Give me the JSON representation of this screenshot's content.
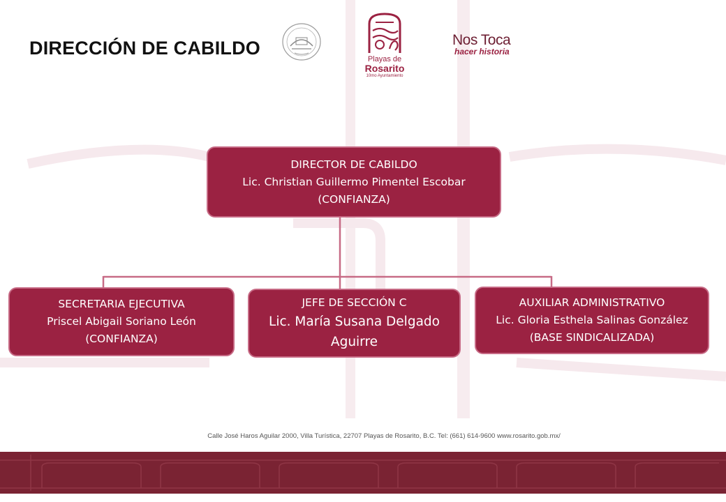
{
  "header": {
    "title": "DIRECCIÓN DE CABILDO",
    "logo": {
      "line1": "Playas de",
      "line2": "Rosarito",
      "line3": "10mo Ayuntamiento"
    },
    "slogan": {
      "top": "Nos Toca",
      "bottom": "hacer historia"
    }
  },
  "org_chart": {
    "director": {
      "role": "DIRECTOR DE CABILDO",
      "name": "Lic. Christian Guillermo Pimentel Escobar",
      "status": "(CONFIANZA)"
    },
    "secretaria": {
      "role": "SECRETARIA EJECUTIVA",
      "name": "Priscel Abigail Soriano León",
      "status": "(CONFIANZA)"
    },
    "jefe": {
      "role": "JEFE DE SECCIÓN C",
      "name_line1": "Lic. María Susana Delgado",
      "name_line2": "Aguirre"
    },
    "auxiliar": {
      "role": "AUXILIAR ADMINISTRATIVO",
      "name": "Lic. Gloria Esthela Salinas González",
      "status": "(BASE SINDICALIZADA)"
    }
  },
  "footer": {
    "address": "Calle José Haros Aguilar 2000, Villa Turística, 22707 Playas de Rosarito, B.C. Tel: (661) 614-9600  www.rosarito.gob.mx/"
  },
  "colors": {
    "box_fill": "#9b2242",
    "box_border": "#c76b86",
    "connector": "#c76b86",
    "footer_band": "#7a2333"
  },
  "icons": {
    "seal": "municipal-seal-icon",
    "logo": "rosarito-logo-icon"
  }
}
